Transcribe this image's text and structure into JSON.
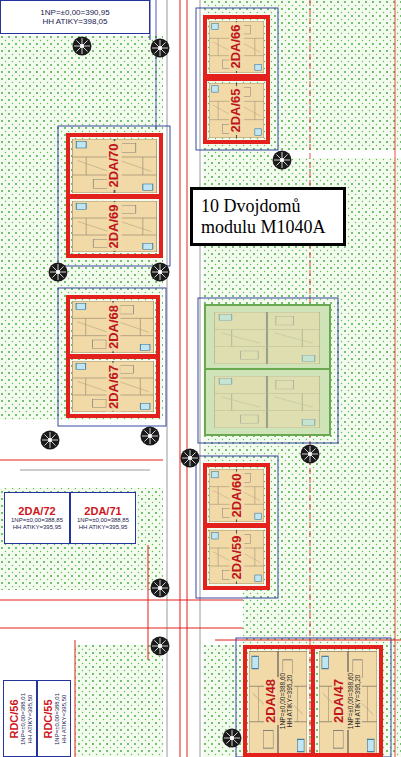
{
  "diagram": {
    "nodes": [
      {
        "text": [
          "1NP=±0,00=390,95",
          "HH ATIKY=398,05"
        ]
      },
      {
        "text": [
          "2DA/66"
        ]
      },
      {
        "text": [
          "2DA/65"
        ]
      },
      {
        "text": [
          "2DA/70"
        ]
      },
      {
        "text": [
          "10 Dvojdomů modulu M1040A"
        ]
      },
      {
        "text": [
          "2DA/69"
        ]
      },
      {
        "text": [
          "2DA/68"
        ]
      },
      {
        "text": [
          "2DA/67"
        ]
      },
      {
        "text": [
          "2DA/60"
        ]
      },
      {
        "text": [
          "2DA/72",
          "1NP=±0,00=388,85",
          "HH ATIKY=395,95"
        ]
      },
      {
        "text": [
          "2DA/71",
          "1NP=±0,00=388,85",
          "HH ATIKY=395,95"
        ]
      },
      {
        "text": [
          "2DA/59"
        ]
      },
      {
        "text": [
          "RDC/56",
          "1NP=±0,00=388,01",
          "HH ATIKY=395,50"
        ]
      },
      {
        "text": [
          "RDC/55",
          "1NP=±0,00=388,01",
          "HH ATIKY=395,50"
        ]
      },
      {
        "text": [
          "2DA/48",
          "1NP=±0,00=388,60",
          "HH ATIKY=395,20"
        ]
      },
      {
        "text": [
          "2DA/47",
          "1NP=±0,00=388,60",
          "HH ATIKY=395,20"
        ]
      }
    ]
  }
}
